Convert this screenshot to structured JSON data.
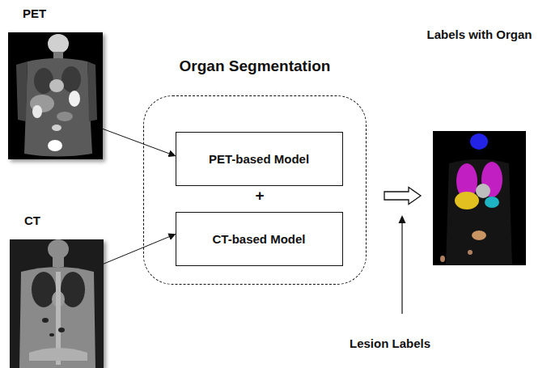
{
  "diagram": {
    "nodes": [
      {
        "text": [
          "PET"
        ]
      },
      {
        "text": [
          "CT"
        ]
      },
      {
        "text": [
          "Organ Segmentation"
        ]
      },
      {
        "text": [
          "PET-based Model"
        ],
        "in": 2
      },
      {
        "text": [
          "CT-based Model"
        ],
        "in": 2
      },
      {
        "text": [
          "Labels with Organ"
        ]
      }
    ],
    "edges": [
      {
        "from": 0,
        "to": 3,
        "arrow": "to"
      },
      {
        "from": 1,
        "to": 4,
        "arrow": "to"
      },
      {
        "from": 2,
        "to": 5,
        "arrow": "to"
      }
    ],
    "labels": [
      "+",
      "Lesion Labels"
    ]
  }
}
